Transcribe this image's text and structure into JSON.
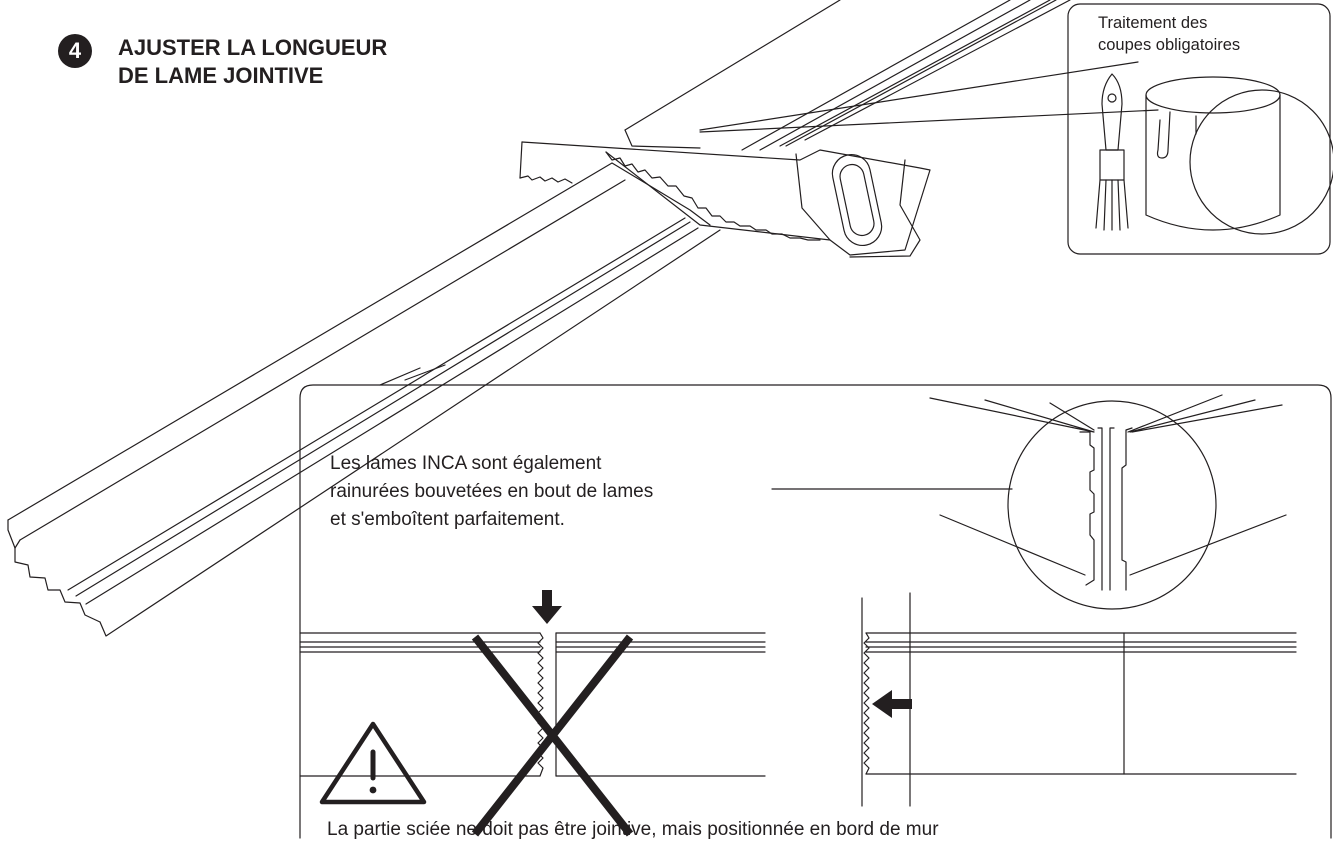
{
  "step": {
    "number": "4",
    "title_lines": [
      "AJUSTER LA LONGUEUR",
      "DE LAME JOINTIVE"
    ]
  },
  "treatment_callout": {
    "title_lines": [
      "Traitement des",
      "coupes obligatoires"
    ],
    "icons": [
      "paint-brush-icon",
      "paint-can-icon"
    ]
  },
  "joint_panel": {
    "note_lines": [
      "Les lames INCA sont également",
      "rainurées bouvetées en bout de lames",
      "et s'emboîtent parfaitement."
    ],
    "wrong_example_icons": [
      "down-arrow-icon",
      "cross-mark-icon",
      "warning-triangle-icon"
    ],
    "correct_example_icons": [
      "left-arrow-icon"
    ],
    "bottom_note": "La partie sciée ne doit pas être jointive, mais positionnée en bord de mur"
  },
  "colors": {
    "ink": "#231f20",
    "background": "#ffffff"
  }
}
